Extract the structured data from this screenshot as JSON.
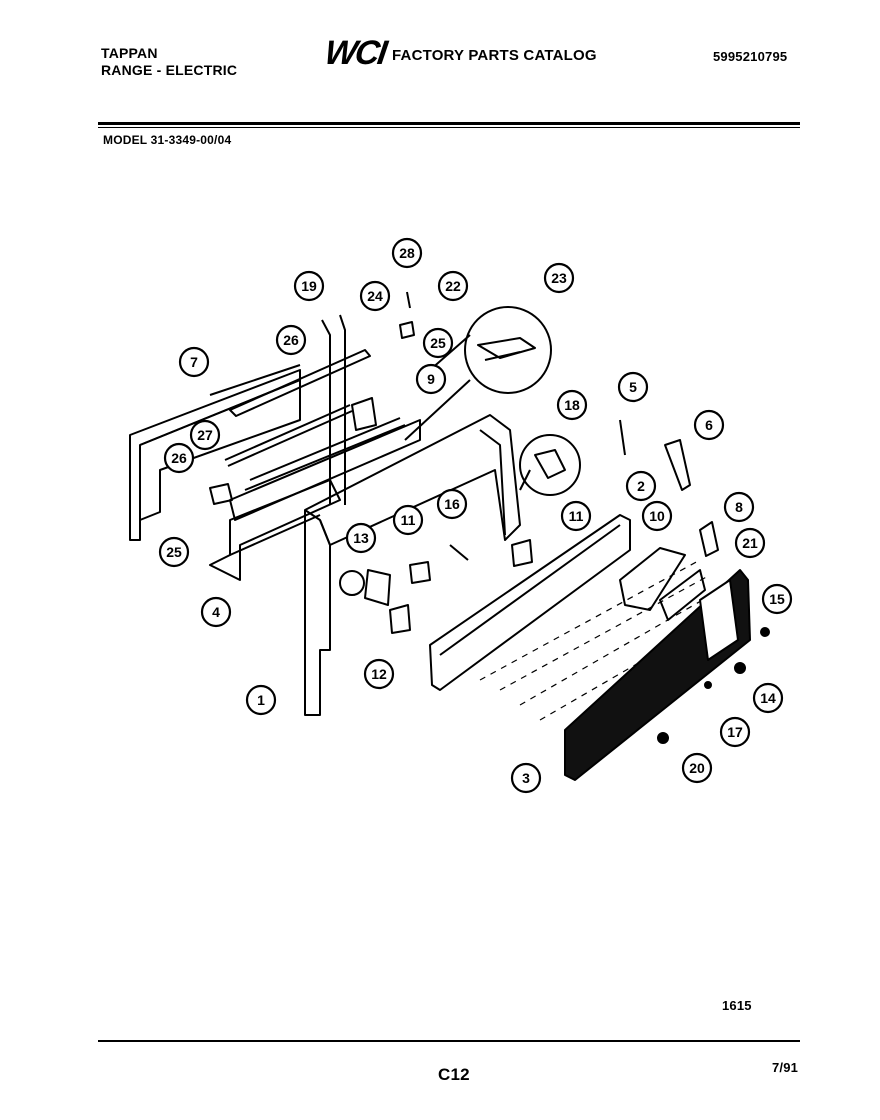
{
  "header": {
    "brand": "TAPPAN",
    "product": "RANGE - ELECTRIC",
    "logo": "WCI",
    "catalog_title": "FACTORY PARTS CATALOG",
    "catalog_number": "5995210795",
    "model": "MODEL 31-3349-00/04"
  },
  "footer": {
    "figure_code": "1615",
    "page_code": "C12",
    "date": "7/91"
  },
  "callouts": [
    "28",
    "19",
    "24",
    "22",
    "23",
    "7",
    "26",
    "25",
    "9",
    "5",
    "18",
    "6",
    "27",
    "26",
    "25",
    "4",
    "16",
    "11",
    "13",
    "11",
    "2",
    "10",
    "8",
    "21",
    "15",
    "1",
    "12",
    "14",
    "17",
    "20",
    "3"
  ]
}
